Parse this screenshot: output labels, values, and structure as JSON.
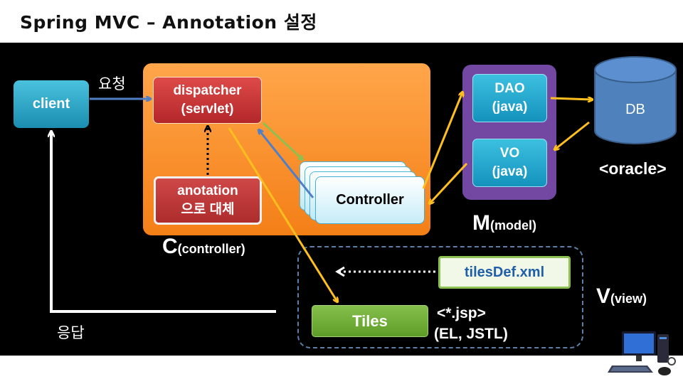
{
  "title": "Spring MVC – Annotation 설정",
  "labels": {
    "request": "요청",
    "response": "응답",
    "oracle": "<oracle>",
    "jsp_line1": "<*.jsp>",
    "jsp_line2": "(EL, JSTL)",
    "c_letter": "C",
    "c_text": "(controller)",
    "m_letter": "M",
    "m_text": "(model)",
    "v_letter": "V",
    "v_text": "(view)"
  },
  "boxes": {
    "client": "client",
    "dispatcher_line1": "dispatcher",
    "dispatcher_line2": "(servlet)",
    "anotation_line1": "anotation",
    "anotation_line2": "으로 대체",
    "controller": "Controller",
    "dao_line1": "DAO",
    "dao_line2": "(java)",
    "vo_line1": "VO",
    "vo_line2": "(java)",
    "db": "DB",
    "tilesdef": "tilesDef.xml",
    "tiles": "Tiles"
  },
  "colors": {
    "orange_panel": "#f4891e",
    "model_panel": "#7348a3",
    "arrow_yellow": "#ffbf1f",
    "arrow_blue": "#4f7fc9",
    "arrow_green": "#8fbf4e",
    "db_blue": "#4f81bd"
  }
}
